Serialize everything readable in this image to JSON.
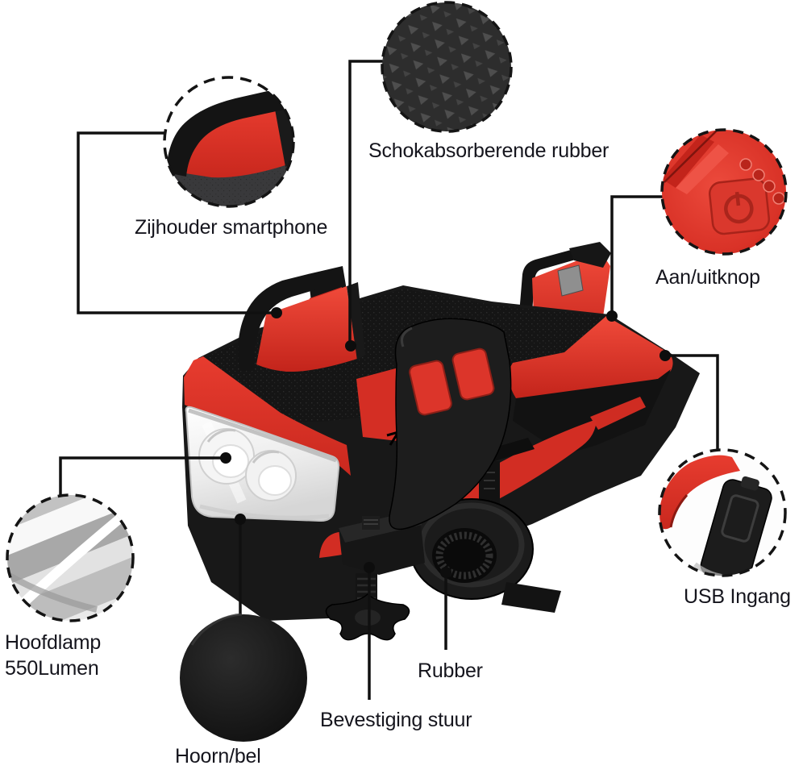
{
  "annotations": {
    "shock_rubber": {
      "label": "Schokabsorberende rubber"
    },
    "side_holder": {
      "label": "Zijhouder smartphone"
    },
    "power_button": {
      "label": "Aan/uitknop"
    },
    "usb_input": {
      "label": "USB Ingang"
    },
    "headlamp": {
      "line1": "Hoofdlamp",
      "line2": "550Lumen"
    },
    "rubber": {
      "label": "Rubber"
    },
    "handlebar_mount": {
      "label": "Bevestiging stuur"
    },
    "horn": {
      "label": "Hoorn/bel"
    }
  },
  "colors": {
    "accent_red": "#e23228",
    "dark_red": "#b52118",
    "body_black": "#161616",
    "lens_silver": "#ececec",
    "label_text": "#15151d",
    "background": "#ffffff"
  }
}
